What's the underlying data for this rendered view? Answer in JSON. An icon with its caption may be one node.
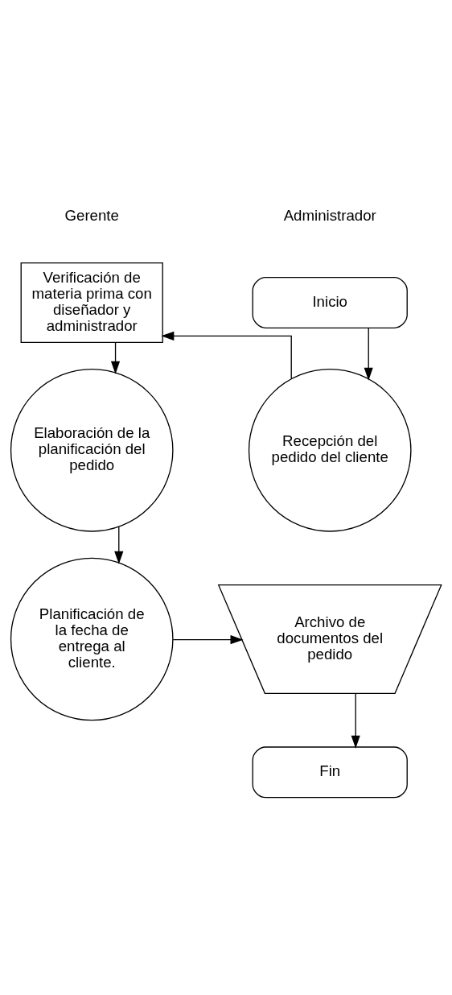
{
  "diagram": {
    "nodes": [
      {
        "text": [
          "Inicio"
        ]
      },
      {
        "text": [
          "Recepción del pedido del cliente"
        ]
      },
      {
        "text": [
          "Verificación de materia prima con diseñador y administrador"
        ]
      },
      {
        "text": [
          "Elaboración de la planificación del pedido"
        ]
      },
      {
        "text": [
          "Planificación de la fecha de entrega al cliente."
        ]
      },
      {
        "text": [
          "Archivo de documentos del pedido"
        ]
      },
      {
        "text": [
          "Fin"
        ]
      }
    ],
    "edges": [
      {
        "from": 0,
        "to": 1,
        "arrow": "to"
      },
      {
        "from": 1,
        "to": 2,
        "arrow": "to"
      },
      {
        "from": 2,
        "to": 3,
        "arrow": "to"
      },
      {
        "from": 3,
        "to": 4,
        "arrow": "to"
      },
      {
        "from": 4,
        "to": 5,
        "arrow": "to"
      },
      {
        "from": 5,
        "to": 6,
        "arrow": "to"
      }
    ],
    "labels": [
      "Gerente",
      "Administrador"
    ]
  }
}
